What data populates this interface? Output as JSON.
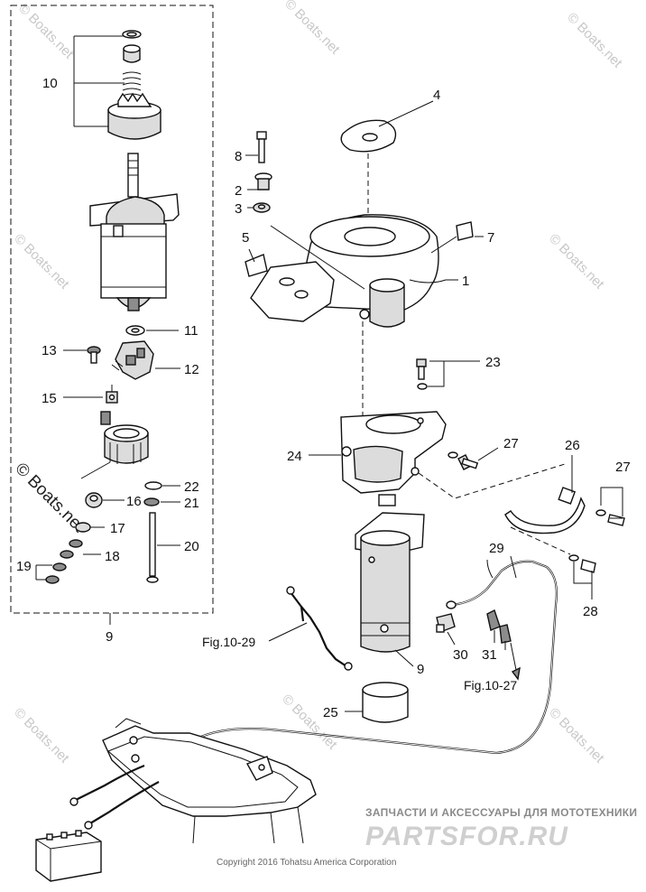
{
  "diagram": {
    "part_numbers": [
      "1",
      "2",
      "3",
      "4",
      "5",
      "7",
      "8",
      "9",
      "10",
      "11",
      "12",
      "13",
      "15",
      "16",
      "17",
      "18",
      "19",
      "20",
      "21",
      "22",
      "23",
      "24",
      "25",
      "26",
      "27",
      "28",
      "29",
      "30",
      "31"
    ],
    "figure_refs": {
      "left": "Fig.10-29",
      "right": "Fig.10-27"
    },
    "watermark": "© Boats.net",
    "copyright": "Copyright 2016 Tohatsu America Corporation",
    "brand_tagline": "ЗАПЧАСТИ И АКСЕССУАРЫ ДЛЯ МОТОТЕХНИКИ",
    "brand_name": "PARTSFOR.RU",
    "colors": {
      "line": "#111111",
      "watermark": "#c8c8c8",
      "brand": "#cfcfcf"
    }
  }
}
